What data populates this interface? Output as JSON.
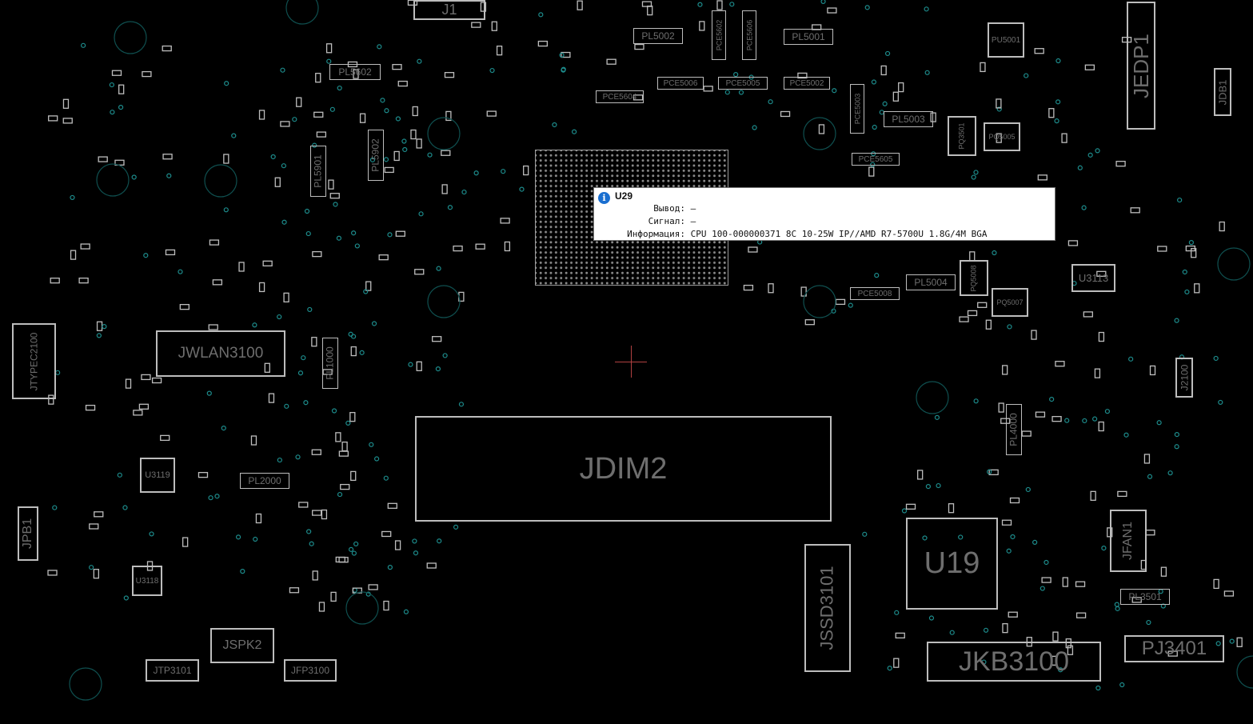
{
  "tooltip": {
    "icon": "info-icon",
    "component": "U29",
    "rows": [
      {
        "key": "Вывод:",
        "value": "—"
      },
      {
        "key": "Сигнал:",
        "value": "—"
      },
      {
        "key": "Информация:",
        "value": "CPU 100-000000371 8C 10-25W IP//AMD R7-5700U 1.8G/4M BGA"
      }
    ]
  },
  "components": {
    "jwlan": "JWLAN3100",
    "jdim": "JDIM2",
    "u19": "U19",
    "jkb": "JKB3100",
    "jssd": "JSSD3101",
    "jspk": "JSPK2",
    "jtp": "JTP3101",
    "jfp": "JFP3100",
    "pj3401": "PJ3401",
    "jfan": "JFAN1",
    "jedp": "JEDP1",
    "jdb": "JDB1",
    "j2100": "J2100",
    "jpb": "JPB1",
    "jtypec": "JTYPEC2100",
    "u3113": "U3113",
    "u3119": "U3119",
    "u3118": "U3118",
    "j1": "J1",
    "pl5602": "PL5602",
    "pl5002": "PL5002",
    "pl5001": "PL5001",
    "pl5003": "PL5003",
    "pl5004": "PL5004",
    "pl1000": "PL1000",
    "pl5901": "PL5901",
    "pl5902": "PL5902",
    "pl2000": "PL2000",
    "pl3501": "PL3501",
    "pl4000": "PL4000",
    "pu5001": "PU5001",
    "pq5005": "PQ5005",
    "pq5007": "PQ5007",
    "pq3503": "PQ3501",
    "pq5008": "PQ5008",
    "pce5006": "PCE5006",
    "pce5005": "PCE5005",
    "pce5002": "PCE5002",
    "pce5604": "PCE5604",
    "pce5605": "PCE5605",
    "pce5008": "PCE5008",
    "pce5606": "PCE5606",
    "pce5602": "PCE5602",
    "pce5003": "PCE5003"
  },
  "colors": {
    "outline": "#bdbdbd",
    "label": "#6e6e6e",
    "via": "#1d8c8c",
    "background": "#000000"
  }
}
